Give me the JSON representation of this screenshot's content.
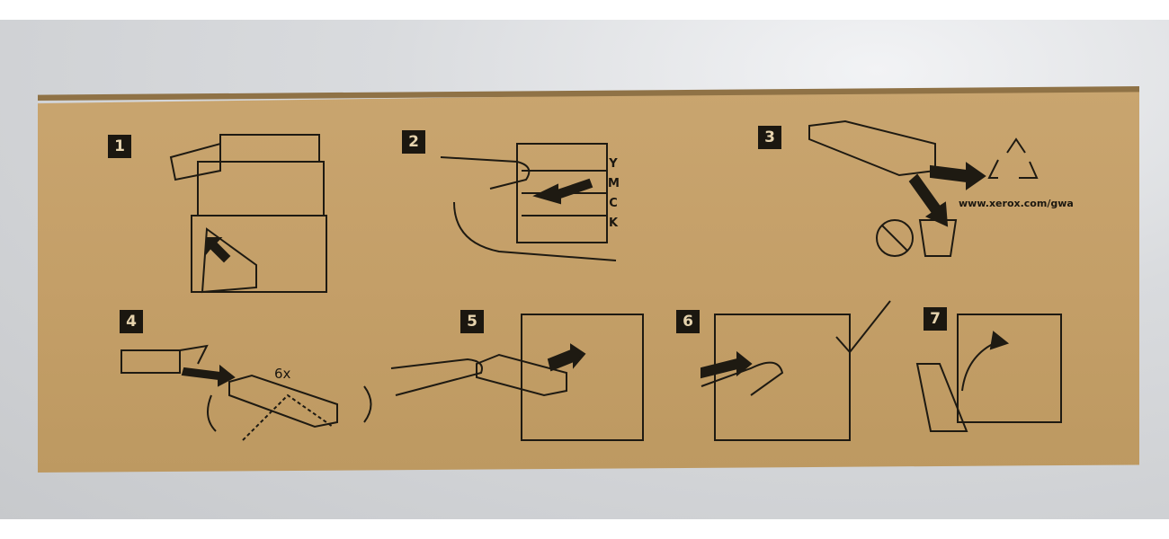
{
  "steps": [
    {
      "number": "1"
    },
    {
      "number": "2"
    },
    {
      "number": "3"
    },
    {
      "number": "4"
    },
    {
      "number": "5"
    },
    {
      "number": "6"
    },
    {
      "number": "7"
    }
  ],
  "toner_colors": [
    "Y",
    "M",
    "C",
    "K"
  ],
  "recycle_url": "www.xerox.com/gwa",
  "shake_count": "6x"
}
